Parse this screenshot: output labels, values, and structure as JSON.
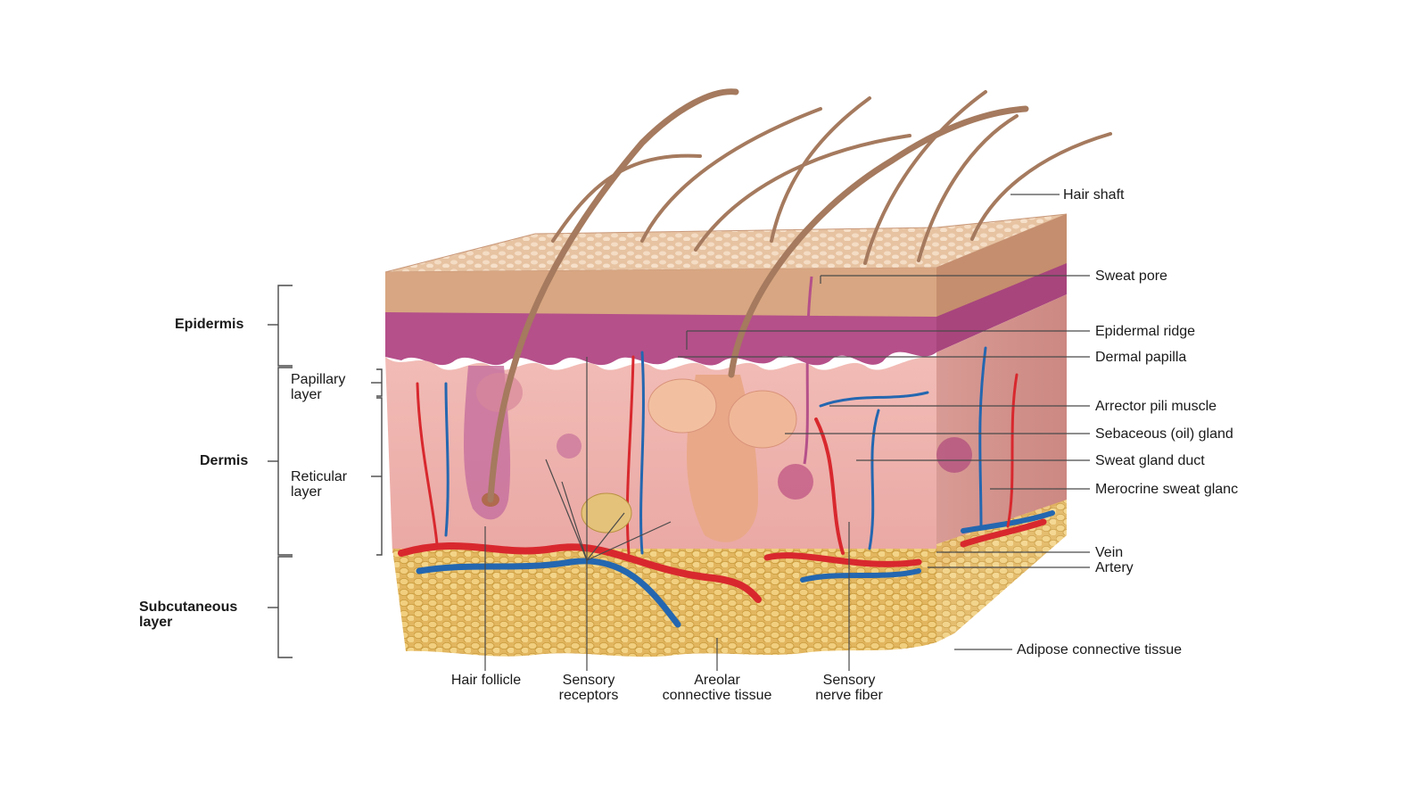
{
  "colors": {
    "epidermis": "#d4a07c",
    "epidermis_top": "#efd0b4",
    "basal_layer": "#b5508a",
    "dermis": "#f0b7b2",
    "subcutaneous": "#e8c272",
    "artery": "#d8282e",
    "vein": "#2467b0",
    "hair": "#a57a5e",
    "leader": "#4a4a4a"
  },
  "left_labels": {
    "epidermis": "Epidermis",
    "dermis": "Dermis",
    "subcutaneous_line1": "Subcutaneous",
    "subcutaneous_line2": "layer",
    "papillary_line1": "Papillary",
    "papillary_line2": "layer",
    "reticular_line1": "Reticular",
    "reticular_line2": "layer"
  },
  "right_labels": {
    "hair_shaft": "Hair shaft",
    "sweat_pore": "Sweat pore",
    "epidermal_ridge": "Epidermal ridge",
    "dermal_papilla": "Dermal papilla",
    "arrector_pili": "Arrector pili muscle",
    "sebaceous": "Sebaceous (oil) gland",
    "sweat_duct": "Sweat gland duct",
    "merocrine": "Merocrine sweat glanc",
    "vein": "Vein",
    "artery": "Artery",
    "adipose": "Adipose connective tissue"
  },
  "bottom_labels": {
    "hair_follicle": "Hair follicle",
    "sensory_receptors_line1": "Sensory",
    "sensory_receptors_line2": "receptors",
    "areolar_line1": "Areolar",
    "areolar_line2": "connective tissue",
    "nerve_fiber_line1": "Sensory",
    "nerve_fiber_line2": "nerve fiber"
  }
}
